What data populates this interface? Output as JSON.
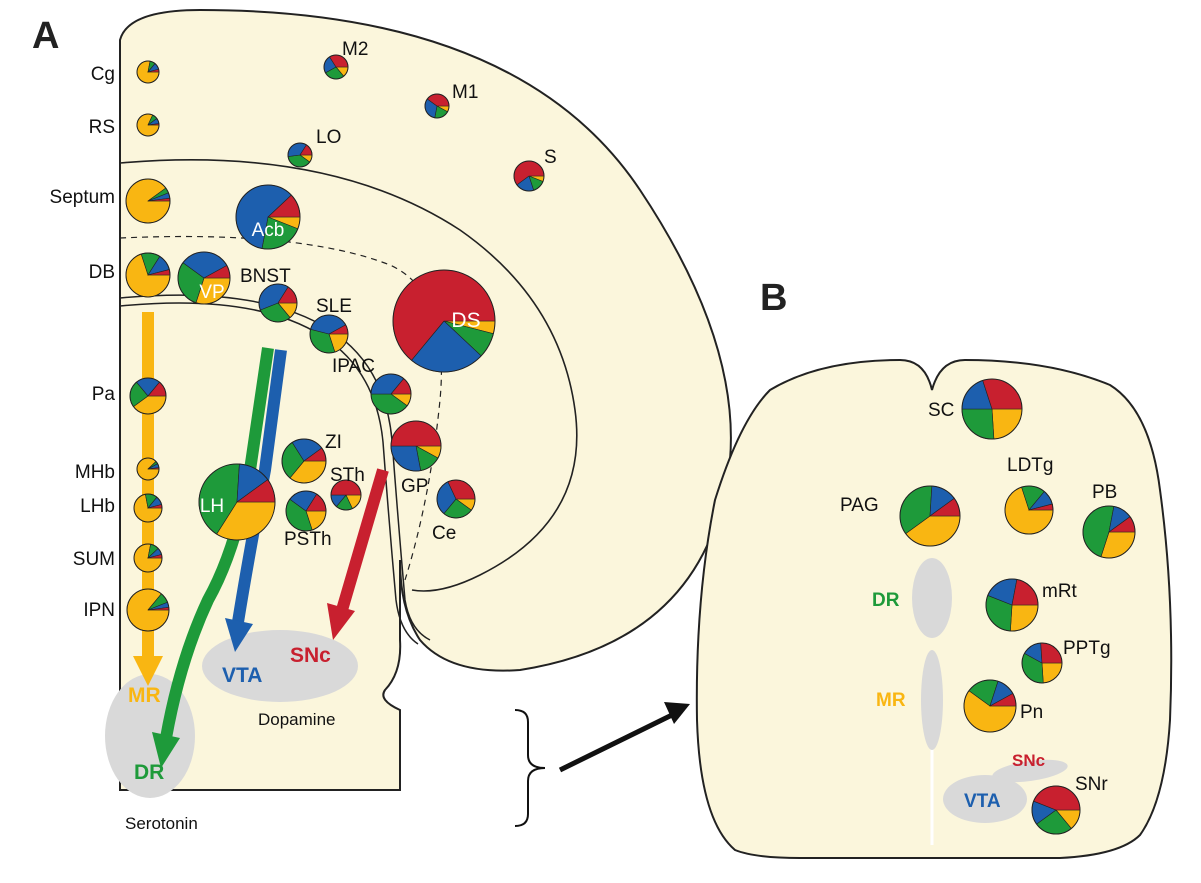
{
  "panels": {
    "a": "A",
    "b": "B"
  },
  "colors": {
    "tissue": "#fbf6dc",
    "yellow": "#f9b612",
    "green": "#1e9a3a",
    "blue": "#1d5fae",
    "red": "#c8202f",
    "gray": "#d9d9d9",
    "mr": "#f9b612",
    "dr": "#1e9a3a",
    "vta": "#1d5fae",
    "snc": "#c8202f"
  },
  "captions": {
    "serotonin": "Serotonin",
    "dopamine": "Dopamine"
  },
  "nuclei": {
    "a": {
      "mr": "MR",
      "dr": "DR",
      "vta": "VTA",
      "snc": "SNc"
    },
    "b": {
      "dr": "DR",
      "mr": "MR",
      "snc": "SNc",
      "vta": "VTA"
    }
  },
  "regions": [
    {
      "id": "cg",
      "label": "Cg",
      "slices": [
        78,
        8,
        10,
        4
      ]
    },
    {
      "id": "rs",
      "label": "RS",
      "slices": [
        82,
        8,
        8,
        2
      ]
    },
    {
      "id": "m2",
      "label": "M2",
      "slices": [
        14,
        28,
        24,
        34
      ]
    },
    {
      "id": "m1",
      "label": "M1",
      "slices": [
        8,
        20,
        32,
        40
      ]
    },
    {
      "id": "lo",
      "label": "LO",
      "slices": [
        10,
        38,
        36,
        16
      ]
    },
    {
      "id": "s",
      "label": "S",
      "slices": [
        6,
        14,
        20,
        60
      ]
    },
    {
      "id": "septum",
      "label": "Septum",
      "slices": [
        90,
        4,
        4,
        2
      ]
    },
    {
      "id": "acb",
      "label": "Acb",
      "slices": [
        6,
        22,
        60,
        12
      ]
    },
    {
      "id": "db",
      "label": "DB",
      "slices": [
        70,
        14,
        12,
        4
      ]
    },
    {
      "id": "vp",
      "label": "VP",
      "slices": [
        30,
        30,
        32,
        8
      ]
    },
    {
      "id": "bnst",
      "label": "BNST",
      "slices": [
        14,
        30,
        40,
        16
      ]
    },
    {
      "id": "sle",
      "label": "SLE",
      "slices": [
        20,
        34,
        38,
        8
      ]
    },
    {
      "id": "ds",
      "label": "DS",
      "slices": [
        4,
        8,
        24,
        64
      ]
    },
    {
      "id": "ipac",
      "label": "IPAC",
      "slices": [
        10,
        40,
        36,
        14
      ]
    },
    {
      "id": "pa",
      "label": "Pa",
      "slices": [
        40,
        24,
        22,
        14
      ]
    },
    {
      "id": "mhb",
      "label": "MHb",
      "slices": [
        88,
        4,
        6,
        2
      ]
    },
    {
      "id": "lhb",
      "label": "LHb",
      "slices": [
        72,
        14,
        10,
        4
      ]
    },
    {
      "id": "sum",
      "label": "SUM",
      "slices": [
        78,
        10,
        8,
        4
      ]
    },
    {
      "id": "ipn",
      "label": "IPN",
      "slices": [
        86,
        8,
        4,
        2
      ]
    },
    {
      "id": "lh",
      "label": "LH",
      "slices": [
        34,
        42,
        14,
        10
      ]
    },
    {
      "id": "zi",
      "label": "ZI",
      "slices": [
        36,
        30,
        24,
        10
      ]
    },
    {
      "id": "sth",
      "label": "STh",
      "slices": [
        18,
        18,
        14,
        50
      ]
    },
    {
      "id": "psth",
      "label": "PSTh",
      "slices": [
        20,
        40,
        24,
        16
      ]
    },
    {
      "id": "gp",
      "label": "GP",
      "slices": [
        8,
        14,
        28,
        50
      ]
    },
    {
      "id": "ce",
      "label": "Ce",
      "slices": [
        10,
        26,
        32,
        32
      ]
    },
    {
      "id": "sc",
      "label": "SC",
      "slices": [
        24,
        26,
        20,
        30
      ]
    },
    {
      "id": "ldtg",
      "label": "LDTg",
      "slices": [
        70,
        16,
        10,
        4
      ]
    },
    {
      "id": "pb",
      "label": "PB",
      "slices": [
        30,
        48,
        12,
        10
      ]
    },
    {
      "id": "pag",
      "label": "PAG",
      "slices": [
        40,
        36,
        14,
        10
      ]
    },
    {
      "id": "mrt",
      "label": "mRt",
      "slices": [
        26,
        30,
        22,
        22
      ]
    },
    {
      "id": "pptg",
      "label": "PPTg",
      "slices": [
        24,
        34,
        16,
        26
      ]
    },
    {
      "id": "pn",
      "label": "Pn",
      "slices": [
        60,
        20,
        12,
        8
      ]
    },
    {
      "id": "snr",
      "label": "SNr",
      "slices": [
        14,
        26,
        16,
        44
      ]
    }
  ]
}
